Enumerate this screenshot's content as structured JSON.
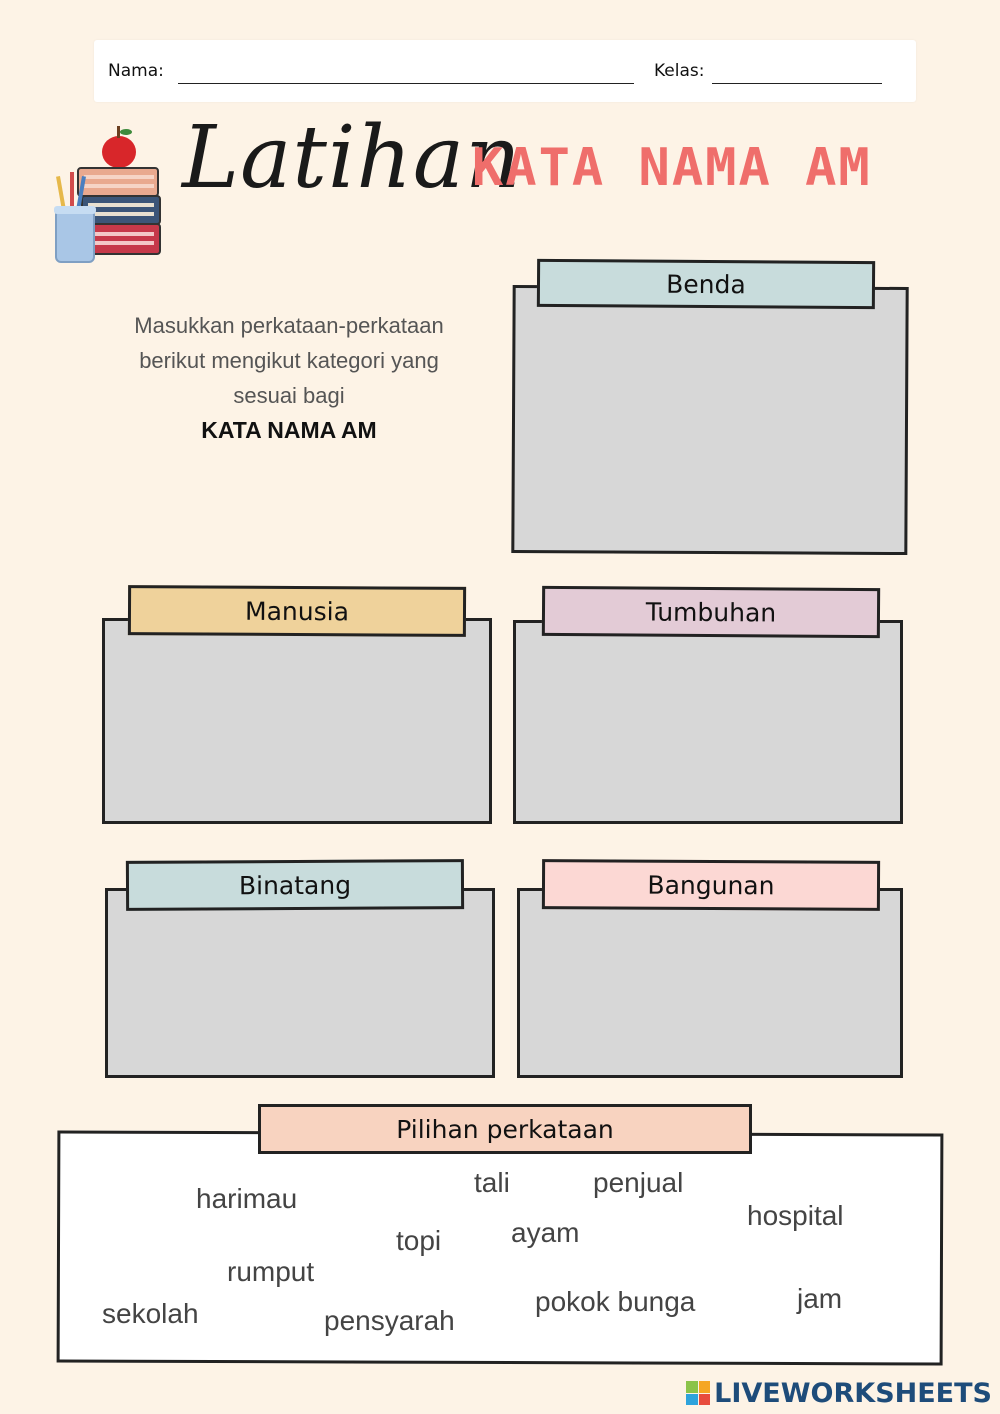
{
  "header": {
    "name_label": "Nama:",
    "class_label": "Kelas:"
  },
  "title": {
    "script": "Latihan",
    "caps": "KATA NAMA AM"
  },
  "instructions": {
    "line1": "Masukkan perkataan-perkataan",
    "line2": "berikut mengikut kategori yang",
    "line3": "sesuai bagi",
    "emphasis": "KATA NAMA AM"
  },
  "categories": {
    "benda": "Benda",
    "manusia": "Manusia",
    "tumbuhan": "Tumbuhan",
    "binatang": "Binatang",
    "bangunan": "Bangunan"
  },
  "word_bank": {
    "title": "Pilihan perkataan",
    "words": [
      "harimau",
      "tali",
      "penjual",
      "hospital",
      "topi",
      "ayam",
      "rumput",
      "sekolah",
      "pensyarah",
      "pokok bunga",
      "jam"
    ]
  },
  "colors": {
    "benda_tab": "#c8dcdc",
    "manusia_tab": "#efd29b",
    "tumbuhan_tab": "#e3cbd6",
    "binatang_tab": "#c8dcdc",
    "bangunan_tab": "#fcd8d4",
    "word_bank_tab": "#f8d3c0",
    "title_accent": "#ef6e6b"
  },
  "branding": {
    "logo_text": "LIVEWORKSHEETS"
  }
}
